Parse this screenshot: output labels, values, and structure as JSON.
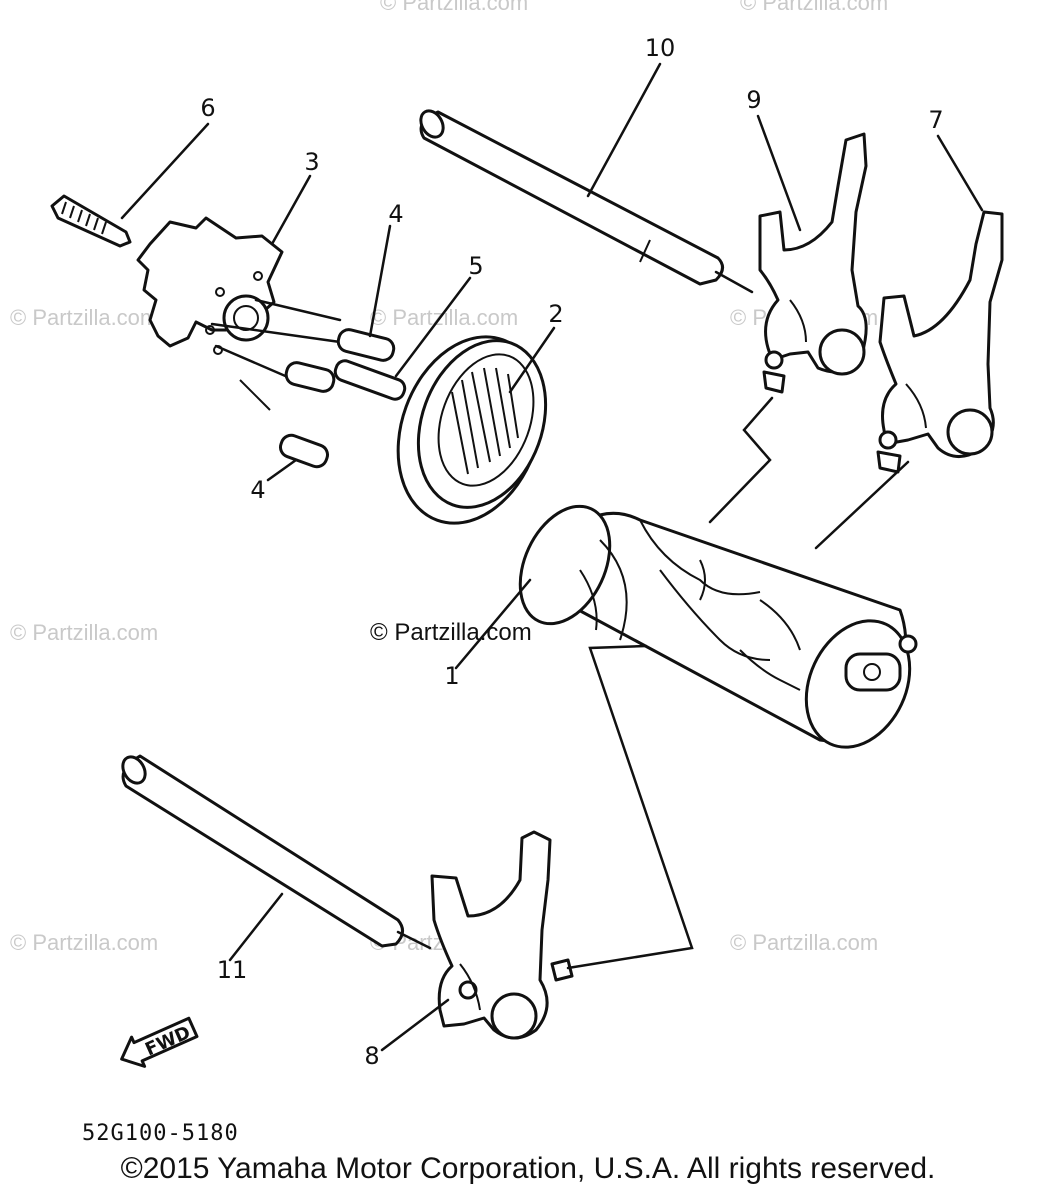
{
  "watermarks": {
    "main": "© Partzilla.com",
    "faint": "© Partzilla.com"
  },
  "callouts": {
    "c1": "1",
    "c2": "2",
    "c3": "3",
    "c4a": "4",
    "c4b": "4",
    "c5": "5",
    "c6": "6",
    "c7": "7",
    "c8": "8",
    "c9": "9",
    "c10": "10",
    "c11": "11"
  },
  "fwd_label": "FWD",
  "diagram_code": "52G100-5180",
  "copyright": "©2015 Yamaha Motor Corporation, U.S.A. All rights reserved."
}
